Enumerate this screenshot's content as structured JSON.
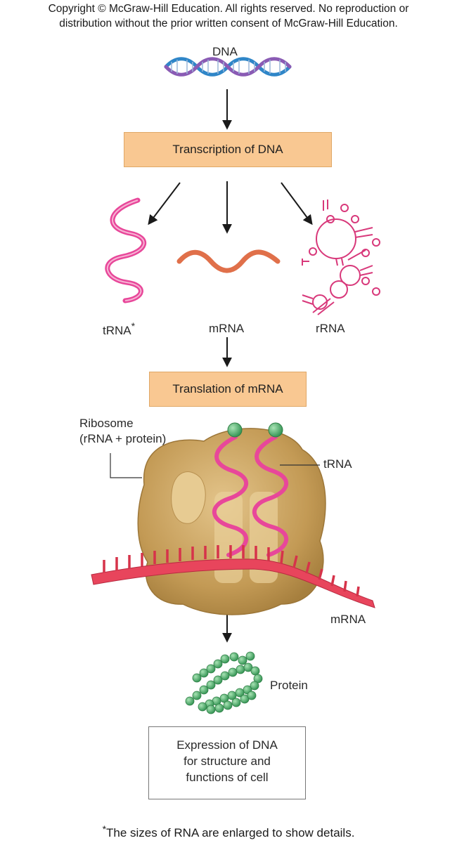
{
  "copyright": {
    "line1": "Copyright © McGraw-Hill Education.  All rights reserved. No reproduction or",
    "line2": "distribution without the prior written consent of McGraw-Hill Education."
  },
  "labels": {
    "dna": "DNA",
    "transcription": "Transcription of DNA",
    "trna": "tRNA",
    "trna_marker": "*",
    "mrna": "mRNA",
    "rrna": "rRNA",
    "translation": "Translation of mRNA",
    "ribosome_line1": "Ribosome",
    "ribosome_line2": "(rRNA + protein)",
    "trna_callout": "tRNA",
    "mrna_strand": "mRNA",
    "protein": "Protein"
  },
  "output_box": {
    "line1": "Expression of DNA",
    "line2": "for structure and",
    "line3": "functions of cell"
  },
  "footnote": {
    "marker": "*",
    "text": "The sizes of RNA are enlarged to show details."
  },
  "colors": {
    "process_box": "#f9c892",
    "trna": "#e8479a",
    "mrna_wave": "#e0704a",
    "ribosome": "#c9a05a",
    "protein": "#3fa860",
    "dna_blue": "#2f86c8",
    "dna_purple": "#8a5bb4"
  }
}
